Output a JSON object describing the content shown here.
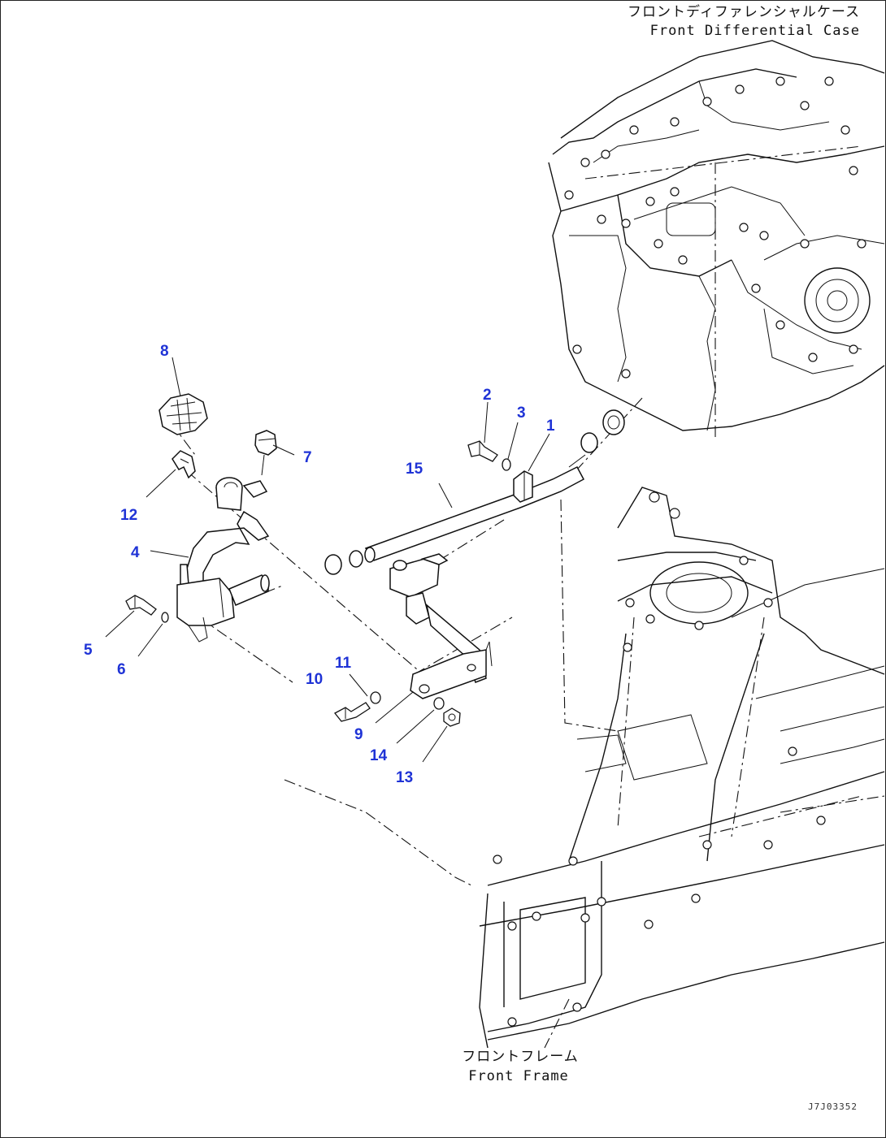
{
  "labels": {
    "differential_case_jp": "フロントディファレンシャルケース",
    "differential_case_en": "Front Differential Case",
    "front_frame_jp": "フロントフレーム",
    "front_frame_en": "Front Frame",
    "drawing_id": "J7J03352"
  },
  "callouts": [
    "1",
    "2",
    "3",
    "4",
    "5",
    "6",
    "7",
    "8",
    "9",
    "10",
    "11",
    "12",
    "13",
    "14",
    "15"
  ],
  "colors": {
    "callout": "#1f33d6",
    "line": "#111111",
    "background": "#ffffff"
  }
}
